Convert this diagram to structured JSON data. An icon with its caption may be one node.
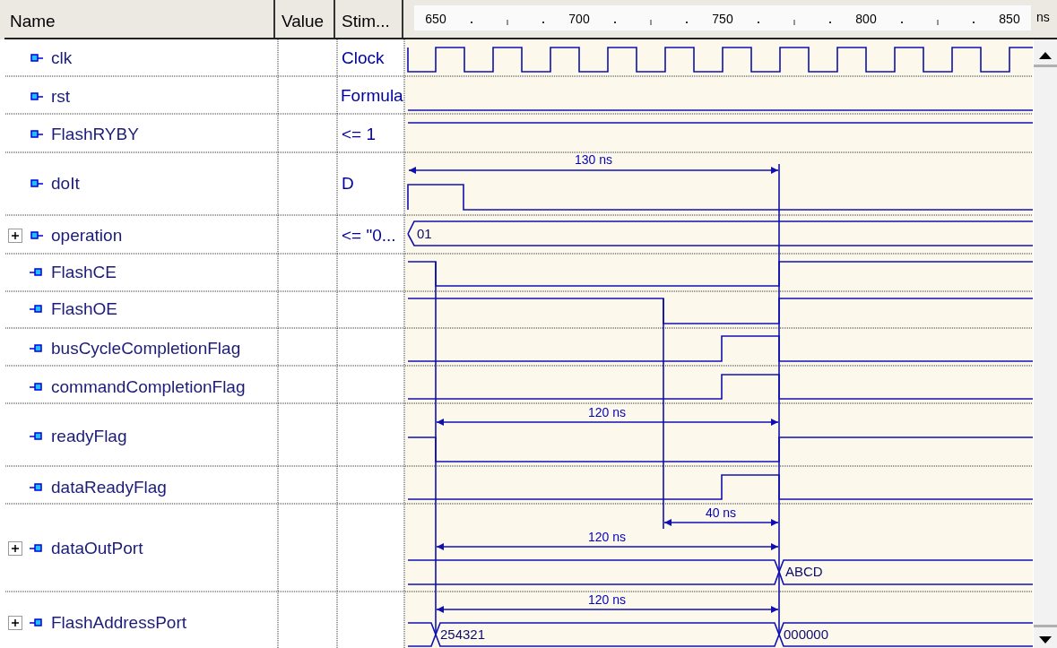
{
  "diagram": {
    "labels": [
      "Name",
      "Value",
      "Stim...",
      "650",
      "700",
      "750",
      "800",
      "850",
      "ns",
      "clk",
      "Clock",
      "rst",
      "Formula",
      "FlashRYBY",
      "<= 1",
      "doIt",
      "D",
      "130 ns",
      "operation",
      "<= \"0...",
      "01",
      "FlashCE",
      "FlashOE",
      "busCycleCompletionFlag",
      "commandCompletionFlag",
      "readyFlag",
      "120 ns",
      "dataReadyFlag",
      "dataOutPort",
      "40 ns",
      "120 ns",
      "ABCD",
      "FlashAddressPort",
      "120 ns",
      "254321",
      "000000"
    ]
  }
}
